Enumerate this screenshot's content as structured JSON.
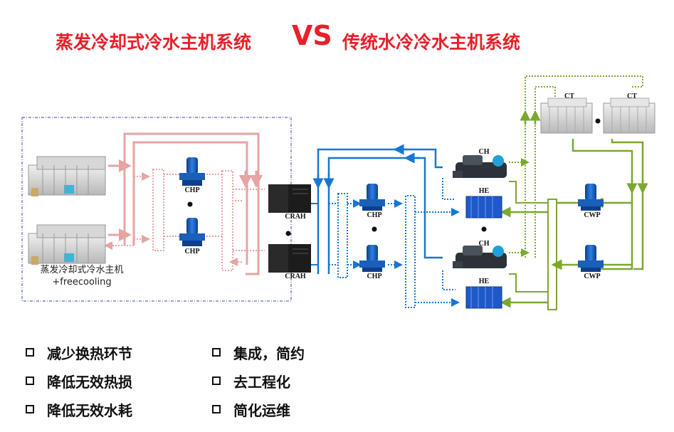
{
  "title": {
    "left": "蒸发冷却式冷水主机系统",
    "vs": "VS",
    "right": "传统水冷冷水主机系统"
  },
  "labels": {
    "chp": "CHP",
    "crah": "CRAH",
    "ch": "CH",
    "he": "HE",
    "ct": "CT",
    "cwp": "CWP",
    "caption_line1": "蒸发冷却式冷水主机",
    "caption_line2": "+freecooling"
  },
  "bullets": [
    [
      "减少换热环节",
      "降低无效热损",
      "降低无效水耗"
    ],
    [
      "集成，简约",
      "去工程化",
      "简化运维"
    ]
  ],
  "colors": {
    "title": "#e8202a",
    "pink": "#e8a3a3",
    "blue": "#1676d2",
    "green": "#7aa830",
    "frame": "#3344aa"
  }
}
